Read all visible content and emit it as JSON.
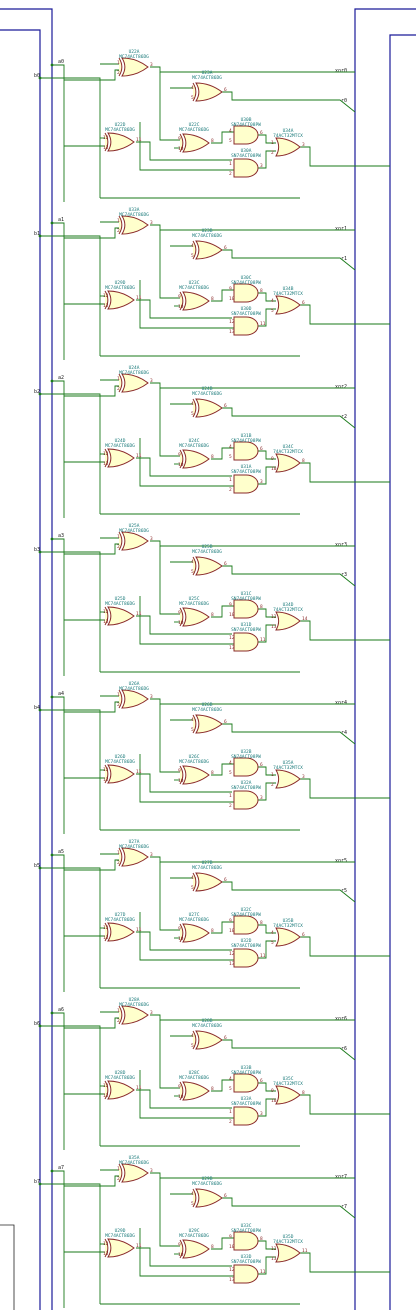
{
  "bits": [
    {
      "a_label": "a0",
      "b_label": "b0",
      "xor_label": "xor0",
      "r_label": "r0",
      "gates": [
        {
          "ref": "U22A",
          "part": "MC74ACT86DG",
          "kind": "xor",
          "pins": [
            "1",
            "2",
            "3"
          ]
        },
        {
          "ref": "U23A",
          "part": "MC74ACT86DG",
          "kind": "xor",
          "pins": [
            "4",
            "5",
            "6"
          ]
        },
        {
          "ref": "U22D",
          "part": "MC74ACT86DG",
          "kind": "xor",
          "pins": [
            "12",
            "13",
            "11"
          ]
        },
        {
          "ref": "U22C",
          "part": "MC74ACT86DG",
          "kind": "xor",
          "pins": [
            "9",
            "10",
            "8"
          ]
        },
        {
          "ref": "U30B",
          "part": "SN74ACT08PW",
          "kind": "and",
          "pins": [
            "4",
            "5",
            "6"
          ]
        },
        {
          "ref": "U30A",
          "part": "SN74ACT08PW",
          "kind": "and",
          "pins": [
            "1",
            "2",
            "3"
          ]
        },
        {
          "ref": "U34A",
          "part": "74ACT32MTCX",
          "kind": "or",
          "pins": [
            "1",
            "2",
            "3"
          ]
        }
      ]
    },
    {
      "a_label": "a1",
      "b_label": "b1",
      "xor_label": "xor1",
      "r_label": "r1",
      "gates": [
        {
          "ref": "U33A",
          "part": "MC74ACT86DG",
          "kind": "xor",
          "pins": [
            "1",
            "2",
            "3"
          ]
        },
        {
          "ref": "U23B",
          "part": "MC74ACT86DG",
          "kind": "xor",
          "pins": [
            "4",
            "5",
            "6"
          ]
        },
        {
          "ref": "U29D",
          "part": "MC74ACT86DG",
          "kind": "xor",
          "pins": [
            "12",
            "13",
            "11"
          ]
        },
        {
          "ref": "U23C",
          "part": "MC74ACT86DG",
          "kind": "xor",
          "pins": [
            "9",
            "10",
            "8"
          ]
        },
        {
          "ref": "U30C",
          "part": "SN74ACT08PW",
          "kind": "and",
          "pins": [
            "9",
            "10",
            "8"
          ]
        },
        {
          "ref": "U30D",
          "part": "SN74ACT08PW",
          "kind": "and",
          "pins": [
            "12",
            "13",
            "11"
          ]
        },
        {
          "ref": "U34B",
          "part": "74ACT32MTCX",
          "kind": "or",
          "pins": [
            "4",
            "5",
            "6"
          ]
        }
      ]
    },
    {
      "a_label": "a2",
      "b_label": "b2",
      "xor_label": "xor2",
      "r_label": "r2",
      "gates": [
        {
          "ref": "U24A",
          "part": "MC74ACT86DG",
          "kind": "xor",
          "pins": [
            "1",
            "2",
            "3"
          ]
        },
        {
          "ref": "U24B",
          "part": "MC74ACT86DG",
          "kind": "xor",
          "pins": [
            "4",
            "5",
            "6"
          ]
        },
        {
          "ref": "U24D",
          "part": "MC74ACT86DG",
          "kind": "xor",
          "pins": [
            "12",
            "13",
            "11"
          ]
        },
        {
          "ref": "U24C",
          "part": "MC74ACT86DG",
          "kind": "xor",
          "pins": [
            "9",
            "10",
            "8"
          ]
        },
        {
          "ref": "U31B",
          "part": "SN74ACT08PW",
          "kind": "and",
          "pins": [
            "4",
            "5",
            "6"
          ]
        },
        {
          "ref": "U31A",
          "part": "SN74ACT08PW",
          "kind": "and",
          "pins": [
            "1",
            "2",
            "3"
          ]
        },
        {
          "ref": "U34C",
          "part": "74ACT32MTCX",
          "kind": "or",
          "pins": [
            "9",
            "10",
            "8"
          ]
        }
      ]
    },
    {
      "a_label": "a3",
      "b_label": "b3",
      "xor_label": "xor3",
      "r_label": "r3",
      "gates": [
        {
          "ref": "U25A",
          "part": "MC74ACT86DG",
          "kind": "xor",
          "pins": [
            "1",
            "2",
            "3"
          ]
        },
        {
          "ref": "U25B",
          "part": "MC74ACT86DG",
          "kind": "xor",
          "pins": [
            "4",
            "5",
            "6"
          ]
        },
        {
          "ref": "U25D",
          "part": "MC74ACT86DG",
          "kind": "xor",
          "pins": [
            "12",
            "13",
            "11"
          ]
        },
        {
          "ref": "U25C",
          "part": "MC74ACT86DG",
          "kind": "xor",
          "pins": [
            "9",
            "10",
            "8"
          ]
        },
        {
          "ref": "U31C",
          "part": "SN74ACT08PW",
          "kind": "and",
          "pins": [
            "9",
            "10",
            "8"
          ]
        },
        {
          "ref": "U31D",
          "part": "SN74ACT08PW",
          "kind": "and",
          "pins": [
            "12",
            "13",
            "11"
          ]
        },
        {
          "ref": "U34D",
          "part": "74ACT32MTCX",
          "kind": "or",
          "pins": [
            "12",
            "13",
            "14"
          ]
        }
      ]
    },
    {
      "a_label": "a4",
      "b_label": "b4",
      "xor_label": "xor4",
      "r_label": "r4",
      "gates": [
        {
          "ref": "U26A",
          "part": "MC74ACT86DG",
          "kind": "xor",
          "pins": [
            "1",
            "2",
            "3"
          ]
        },
        {
          "ref": "U26B",
          "part": "MC74ACT86DG",
          "kind": "xor",
          "pins": [
            "4",
            "5",
            "6"
          ]
        },
        {
          "ref": "U26D",
          "part": "MC74ACT86DG",
          "kind": "xor",
          "pins": [
            "12",
            "13",
            "11"
          ]
        },
        {
          "ref": "U26C",
          "part": "MC74ACT86DG",
          "kind": "xor",
          "pins": [
            "9",
            "10",
            "8"
          ]
        },
        {
          "ref": "U32B",
          "part": "SN74ACT08PW",
          "kind": "and",
          "pins": [
            "4",
            "5",
            "6"
          ]
        },
        {
          "ref": "U32A",
          "part": "SN74ACT08PW",
          "kind": "and",
          "pins": [
            "1",
            "2",
            "3"
          ]
        },
        {
          "ref": "U35A",
          "part": "74ACT32MTCX",
          "kind": "or",
          "pins": [
            "1",
            "2",
            "3"
          ]
        }
      ]
    },
    {
      "a_label": "a5",
      "b_label": "b5",
      "xor_label": "xor5",
      "r_label": "r5",
      "gates": [
        {
          "ref": "U27A",
          "part": "MC74ACT86DG",
          "kind": "xor",
          "pins": [
            "1",
            "2",
            "3"
          ]
        },
        {
          "ref": "U27B",
          "part": "MC74ACT86DG",
          "kind": "xor",
          "pins": [
            "4",
            "5",
            "6"
          ]
        },
        {
          "ref": "U27D",
          "part": "MC74ACT86DG",
          "kind": "xor",
          "pins": [
            "12",
            "13",
            "11"
          ]
        },
        {
          "ref": "U27C",
          "part": "MC74ACT86DG",
          "kind": "xor",
          "pins": [
            "9",
            "10",
            "8"
          ]
        },
        {
          "ref": "U32C",
          "part": "SN74ACT08PW",
          "kind": "and",
          "pins": [
            "9",
            "10",
            "8"
          ]
        },
        {
          "ref": "U32D",
          "part": "SN74ACT08PW",
          "kind": "and",
          "pins": [
            "12",
            "13",
            "11"
          ]
        },
        {
          "ref": "U35B",
          "part": "74ACT32MTCX",
          "kind": "or",
          "pins": [
            "4",
            "5",
            "6"
          ]
        }
      ]
    },
    {
      "a_label": "a6",
      "b_label": "b6",
      "xor_label": "xor6",
      "r_label": "r6",
      "gates": [
        {
          "ref": "U28A",
          "part": "MC74ACT86DG",
          "kind": "xor",
          "pins": [
            "1",
            "2",
            "3"
          ]
        },
        {
          "ref": "U28B",
          "part": "MC74ACT86DG",
          "kind": "xor",
          "pins": [
            "4",
            "5",
            "6"
          ]
        },
        {
          "ref": "U28D",
          "part": "MC74ACT86DG",
          "kind": "xor",
          "pins": [
            "12",
            "13",
            "11"
          ]
        },
        {
          "ref": "U28C",
          "part": "MC74ACT86DG",
          "kind": "xor",
          "pins": [
            "9",
            "10",
            "8"
          ]
        },
        {
          "ref": "U33B",
          "part": "SN74ACT08PW",
          "kind": "and",
          "pins": [
            "4",
            "5",
            "6"
          ]
        },
        {
          "ref": "U33A",
          "part": "SN74ACT08PW",
          "kind": "and",
          "pins": [
            "1",
            "2",
            "3"
          ]
        },
        {
          "ref": "U35C",
          "part": "74ACT32MTCX",
          "kind": "or",
          "pins": [
            "9",
            "10",
            "8"
          ]
        }
      ]
    },
    {
      "a_label": "a7",
      "b_label": "b7",
      "xor_label": "xor7",
      "r_label": "r7",
      "gates": [
        {
          "ref": "U35A",
          "part": "MC74ACT86DG",
          "kind": "xor",
          "pins": [
            "1",
            "2",
            "3"
          ]
        },
        {
          "ref": "U29B",
          "part": "MC74ACT86DG",
          "kind": "xor",
          "pins": [
            "4",
            "5",
            "6"
          ]
        },
        {
          "ref": "U29D",
          "part": "MC74ACT86DG",
          "kind": "xor",
          "pins": [
            "12",
            "13",
            "11"
          ]
        },
        {
          "ref": "U29C",
          "part": "MC74ACT86DG",
          "kind": "xor",
          "pins": [
            "9",
            "10",
            "8"
          ]
        },
        {
          "ref": "U33C",
          "part": "SN74ACT08PW",
          "kind": "and",
          "pins": [
            "9",
            "10",
            "8"
          ]
        },
        {
          "ref": "U33D",
          "part": "SN74ACT08PW",
          "kind": "and",
          "pins": [
            "12",
            "13",
            "11"
          ]
        },
        {
          "ref": "U35D",
          "part": "74ACT32MTCX",
          "kind": "or",
          "pins": [
            "12",
            "13",
            "11"
          ]
        }
      ]
    }
  ],
  "colors": {
    "gate_fill": "#ffffcc",
    "gate_outline": "#8a2a2a",
    "wire": "#1a7a1a",
    "bus": "#1a1a99",
    "ref_text": "#1a7a7a",
    "net_text": "#1a1a1a"
  }
}
